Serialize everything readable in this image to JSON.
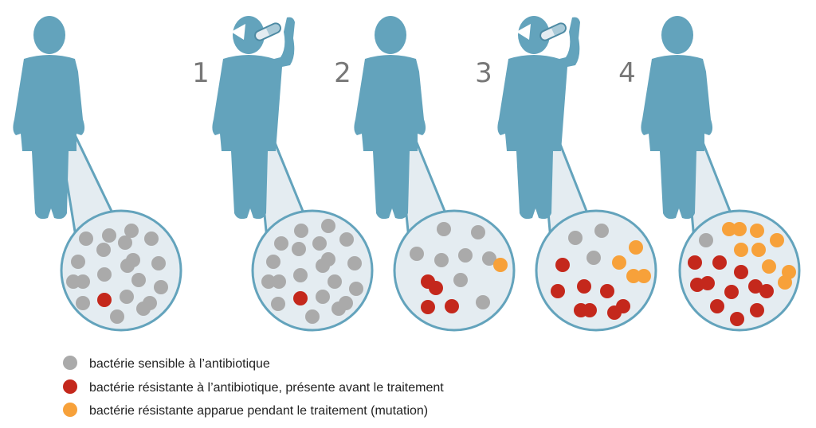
{
  "colors": {
    "person": "#63a3bc",
    "bubble_fill": "#e4ecf1",
    "bubble_stroke": "#63a3bc",
    "sensitive": "#aaaaaa",
    "resistant_before": "#c4281c",
    "resistant_mutation": "#f7a13a",
    "number": "#777777"
  },
  "stages": [
    {
      "number": "",
      "taking_pill": false
    },
    {
      "number": "1",
      "taking_pill": true
    },
    {
      "number": "2",
      "taking_pill": false
    },
    {
      "number": "3",
      "taking_pill": true
    },
    {
      "number": "4",
      "taking_pill": false
    }
  ],
  "legend": [
    {
      "label": "bactérie sensible à l’antibiotique",
      "color_key": "sensitive"
    },
    {
      "label": "bactérie résistante à l’antibiotique, présente avant le traitement",
      "color_key": "resistant_before"
    },
    {
      "label": "bactérie résistante apparue pendant le traitement (mutation)",
      "color_key": "resistant_mutation"
    }
  ]
}
